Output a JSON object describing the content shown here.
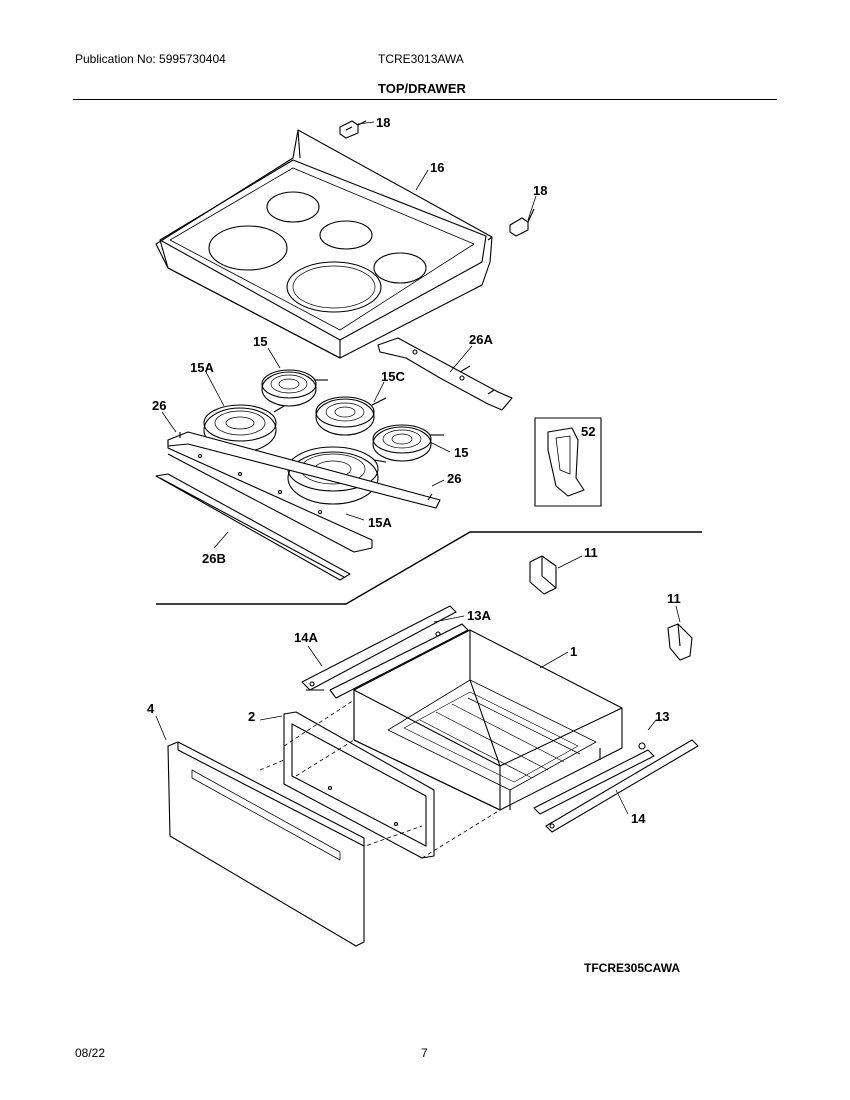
{
  "header": {
    "publication": "Publication No: 5995730404",
    "model": "TCRE3013AWA",
    "section": "TOP/DRAWER"
  },
  "callouts": {
    "c18a": "18",
    "c16": "16",
    "c18b": "18",
    "c15top": "15",
    "c26A": "26A",
    "c15A_left": "15A",
    "c15C": "15C",
    "c26_left": "26",
    "c52": "52",
    "c15_right": "15",
    "c26_right": "26",
    "c15A_bottom": "15A",
    "c26B": "26B",
    "c11a": "11",
    "c11b": "11",
    "c13A": "13A",
    "c14A": "14A",
    "c1": "1",
    "c4": "4",
    "c2": "2",
    "c13": "13",
    "c14": "14"
  },
  "footer": {
    "drawing_id": "TFCRE305CAWA",
    "date": "08/22",
    "page": "7"
  }
}
